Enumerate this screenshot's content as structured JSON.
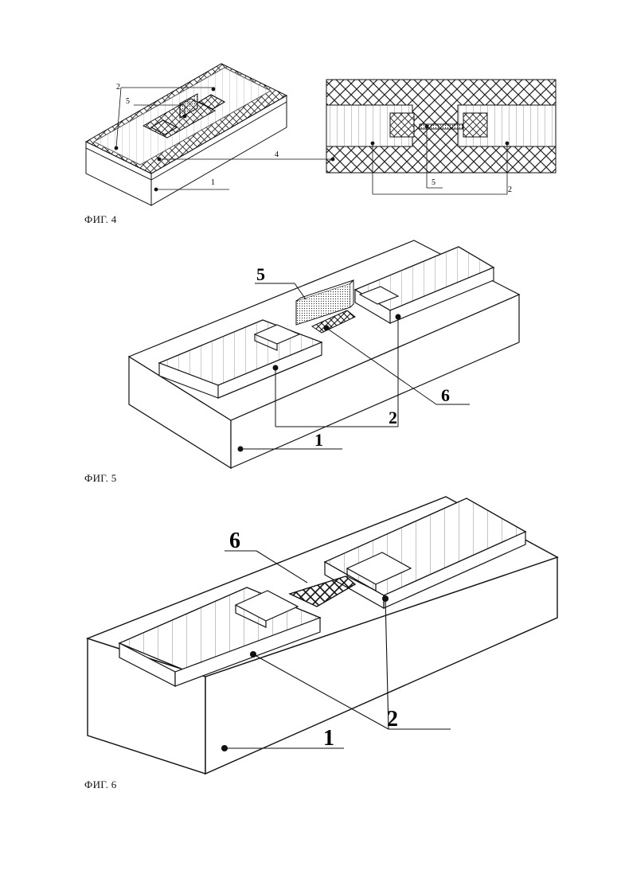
{
  "figures": [
    {
      "caption": "ФИГ. 4",
      "labels": {
        "substrate": "1",
        "electrode_left": "2",
        "electrode_right": "2",
        "layer": "4",
        "bridge": "5",
        "bridge_inset": "5"
      }
    },
    {
      "caption": "ФИГ. 5",
      "labels": {
        "substrate": "1",
        "electrodes": "2",
        "bridge": "5",
        "mesh": "6"
      }
    },
    {
      "caption": "ФИГ. 6",
      "labels": {
        "substrate": "1",
        "electrodes": "2",
        "mesh": "6"
      }
    }
  ],
  "colors": {
    "line": "#111111",
    "background": "#ffffff",
    "hatch": "#222222"
  }
}
